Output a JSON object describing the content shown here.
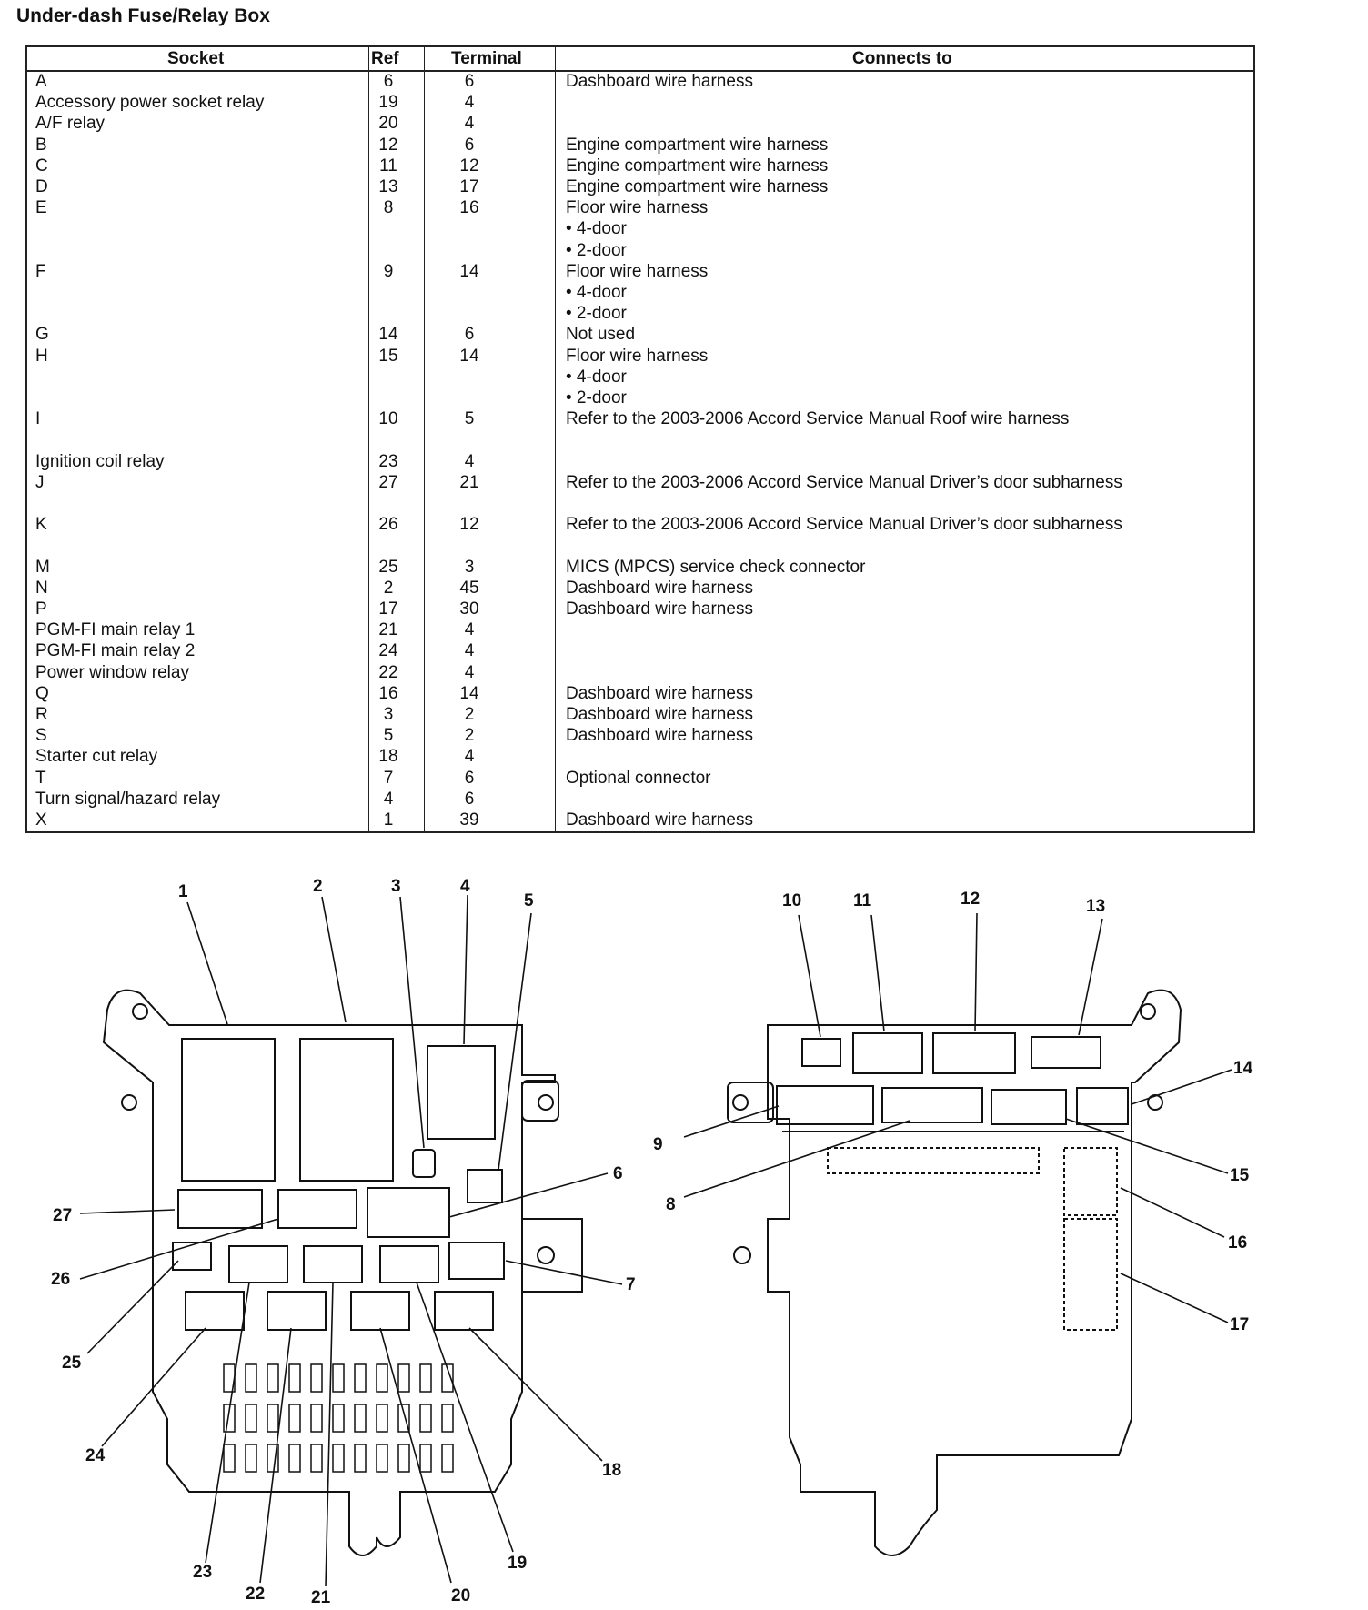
{
  "title": "Under-dash Fuse/Relay Box",
  "table": {
    "headers": {
      "socket": "Socket",
      "ref": "Ref",
      "terminal": "Terminal",
      "connects_to": "Connects to"
    },
    "rows": [
      {
        "socket": "A",
        "ref": "6",
        "terminal": "6",
        "connects_to": "Dashboard wire harness"
      },
      {
        "socket": "Accessory power socket relay",
        "ref": "19",
        "terminal": "4",
        "connects_to": ""
      },
      {
        "socket": "A/F relay",
        "ref": "20",
        "terminal": "4",
        "connects_to": ""
      },
      {
        "socket": "B",
        "ref": "12",
        "terminal": "6",
        "connects_to": "Engine compartment wire harness"
      },
      {
        "socket": "C",
        "ref": "11",
        "terminal": "12",
        "connects_to": "Engine compartment wire harness"
      },
      {
        "socket": "D",
        "ref": "13",
        "terminal": "17",
        "connects_to": "Engine compartment wire harness"
      },
      {
        "socket": "E",
        "ref": "8",
        "terminal": "16",
        "connects_to": "Floor wire harness"
      },
      {
        "socket": "",
        "ref": "",
        "terminal": "",
        "connects_to": "• 4-door"
      },
      {
        "socket": "",
        "ref": "",
        "terminal": "",
        "connects_to": "• 2-door"
      },
      {
        "socket": "F",
        "ref": "9",
        "terminal": "14",
        "connects_to": "Floor wire harness"
      },
      {
        "socket": "",
        "ref": "",
        "terminal": "",
        "connects_to": "• 4-door"
      },
      {
        "socket": "",
        "ref": "",
        "terminal": "",
        "connects_to": "• 2-door"
      },
      {
        "socket": "G",
        "ref": "14",
        "terminal": "6",
        "connects_to": "Not used"
      },
      {
        "socket": "H",
        "ref": "15",
        "terminal": "14",
        "connects_to": "Floor wire harness"
      },
      {
        "socket": "",
        "ref": "",
        "terminal": "",
        "connects_to": "• 4-door"
      },
      {
        "socket": "",
        "ref": "",
        "terminal": "",
        "connects_to": "• 2-door"
      },
      {
        "socket": "I",
        "ref": "10",
        "terminal": "5",
        "connects_to": "Refer to the 2003-2006 Accord Service Manual Roof wire harness"
      },
      {
        "socket": "",
        "ref": "",
        "terminal": "",
        "connects_to": ""
      },
      {
        "socket": "Ignition coil relay",
        "ref": "23",
        "terminal": "4",
        "connects_to": ""
      },
      {
        "socket": "J",
        "ref": "27",
        "terminal": "21",
        "connects_to": "Refer to the 2003-2006 Accord Service Manual Driver’s door subharness"
      },
      {
        "socket": "",
        "ref": "",
        "terminal": "",
        "connects_to": ""
      },
      {
        "socket": "K",
        "ref": "26",
        "terminal": "12",
        "connects_to": "Refer to the 2003-2006 Accord Service Manual Driver’s door subharness"
      },
      {
        "socket": "",
        "ref": "",
        "terminal": "",
        "connects_to": ""
      },
      {
        "socket": "M",
        "ref": "25",
        "terminal": "3",
        "connects_to": "MICS (MPCS) service check connector"
      },
      {
        "socket": "N",
        "ref": "2",
        "terminal": "45",
        "connects_to": "Dashboard wire harness"
      },
      {
        "socket": "P",
        "ref": "17",
        "terminal": "30",
        "connects_to": "Dashboard wire harness"
      },
      {
        "socket": "PGM-FI main relay 1",
        "ref": "21",
        "terminal": "4",
        "connects_to": ""
      },
      {
        "socket": "PGM-FI main relay 2",
        "ref": "24",
        "terminal": "4",
        "connects_to": ""
      },
      {
        "socket": "Power window relay",
        "ref": "22",
        "terminal": "4",
        "connects_to": ""
      },
      {
        "socket": "Q",
        "ref": "16",
        "terminal": "14",
        "connects_to": "Dashboard wire harness"
      },
      {
        "socket": "R",
        "ref": "3",
        "terminal": "2",
        "connects_to": "Dashboard wire harness"
      },
      {
        "socket": "S",
        "ref": "5",
        "terminal": "2",
        "connects_to": "Dashboard wire harness"
      },
      {
        "socket": "Starter cut relay",
        "ref": "18",
        "terminal": "4",
        "connects_to": ""
      },
      {
        "socket": "T",
        "ref": "7",
        "terminal": "6",
        "connects_to": "Optional connector"
      },
      {
        "socket": "Turn signal/hazard relay",
        "ref": "4",
        "terminal": "6",
        "connects_to": ""
      },
      {
        "socket": "X",
        "ref": "1",
        "terminal": "39",
        "connects_to": "Dashboard wire harness"
      }
    ]
  },
  "callouts": [
    "1",
    "2",
    "3",
    "4",
    "5",
    "6",
    "7",
    "8",
    "9",
    "10",
    "11",
    "12",
    "13",
    "14",
    "15",
    "16",
    "17",
    "18",
    "19",
    "20",
    "21",
    "22",
    "23",
    "24",
    "25",
    "26",
    "27"
  ]
}
